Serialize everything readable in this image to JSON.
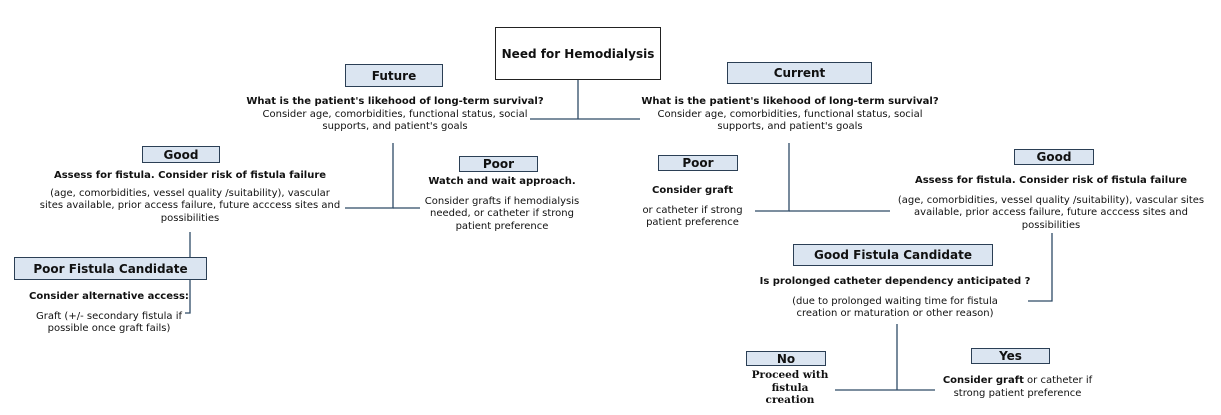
{
  "root": {
    "label": "Need for Hemodialysis"
  },
  "future": {
    "label": "Future",
    "question": "What is the patient's likehood of long-term survival?",
    "details": [
      "Consider age, comorbidities, functional status, social",
      "supports, and patient's goals"
    ]
  },
  "current": {
    "label": "Current",
    "question": "What is the patient's likehood of long-term survival?",
    "details": [
      "Consider age, comorbidities, functional status, social",
      "supports, and patient's goals"
    ]
  },
  "future_good": {
    "label": "Good",
    "title": "Assess for fistula. Consider risk of fistula failure",
    "details": [
      "(age, comorbidities, vessel quality /suitability), vascular",
      "sites available, prior access failure, future acccess sites and",
      "possibilities"
    ]
  },
  "future_poor": {
    "label": "Poor",
    "title": "Watch and wait approach.",
    "details": [
      "Consider grafts if hemodialysis",
      "needed, or catheter if strong",
      "patient preference"
    ]
  },
  "current_poor": {
    "label": "Poor",
    "title": "Consider graft",
    "details": [
      "or catheter if strong",
      "patient preference"
    ]
  },
  "current_good": {
    "label": "Good",
    "title": "Assess for fistula. Consider risk of fistula failure",
    "details": [
      "(age, comorbidities, vessel quality /suitability), vascular sites",
      "available, prior access failure, future acccess sites and",
      "possibilities"
    ]
  },
  "poor_candidate": {
    "label": "Poor Fistula Candidate",
    "title": "Consider alternative access:",
    "details": [
      "Graft (+/- secondary fistula if",
      "possible once graft fails)"
    ]
  },
  "good_candidate": {
    "label": "Good Fistula  Candidate",
    "question": "Is prolonged catheter dependency anticipated ?",
    "details": [
      "(due to prolonged waiting time for fistula",
      "creation or maturation or other reason)"
    ]
  },
  "no": {
    "label": "No",
    "lines": [
      "Proceed with",
      "fistula",
      "creation"
    ]
  },
  "yes": {
    "label": "Yes",
    "title_bold": "Consider graft",
    "title_rest": " or catheter if",
    "details": [
      "strong patient preference"
    ]
  }
}
